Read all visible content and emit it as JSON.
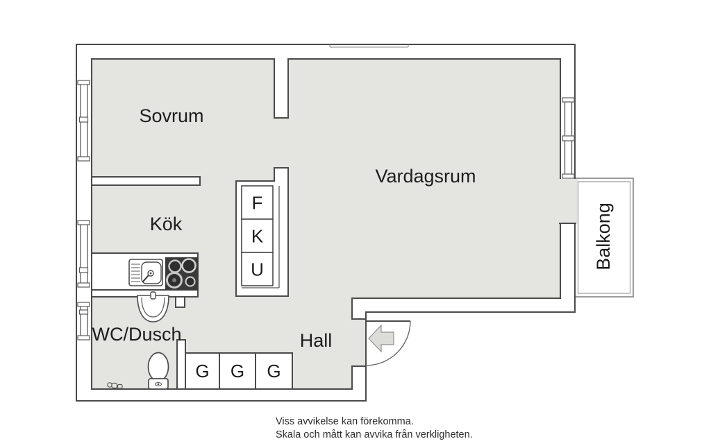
{
  "floorplan": {
    "labels": {
      "bedroom": "Sovrum",
      "living_room": "Vardagsrum",
      "kitchen": "Kök",
      "bathroom": "WC/Dusch",
      "hall": "Hall",
      "balcony": "Balkong",
      "closet_f": "F",
      "closet_k": "K",
      "closet_u": "U",
      "wardrobe_1": "G",
      "wardrobe_2": "G",
      "wardrobe_3": "G"
    },
    "footer": {
      "line1": "Viss avvikelse kan förekomma.",
      "line2": "Skala och mått kan avvika från verkligheten."
    },
    "colors": {
      "background": "#ffffff",
      "floor": "#e4e4e1",
      "wall_line": "#4a4a4a",
      "stove": "#3a3a3a",
      "arrow_fill": "#dcdcd9"
    }
  }
}
